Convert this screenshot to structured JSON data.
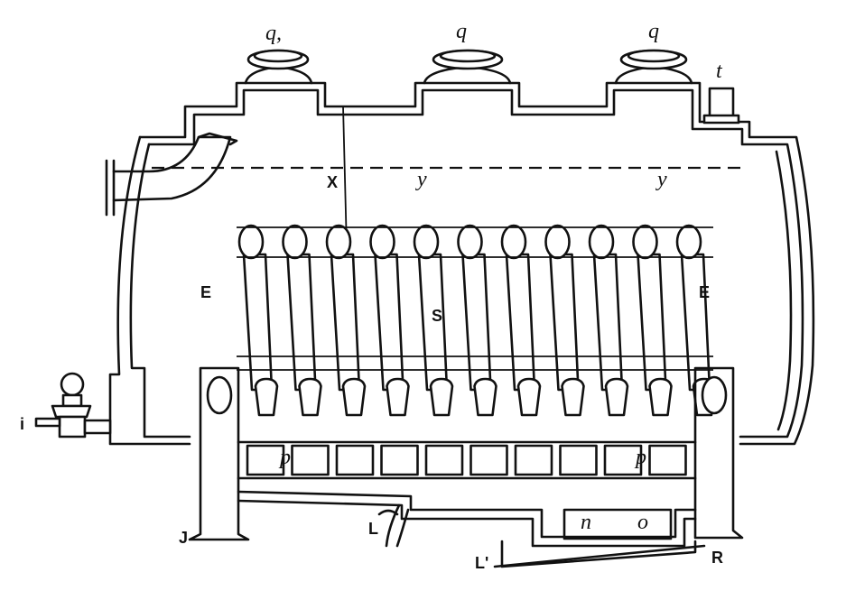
{
  "labels": {
    "valve_left": "q,",
    "valve_mid": "q",
    "valve_right": "q",
    "top_fitting": "t",
    "x_mark": "X",
    "water_level_1": "y",
    "water_level_2": "y",
    "header_left": "E",
    "header_right": "E",
    "tubes": "S",
    "feed_tap": "i",
    "box_left": "p",
    "box_right": "p",
    "chamber_n": "n",
    "chamber_o": "o",
    "support_left": "J",
    "drain_L": "L",
    "drain_L2": "L'",
    "support_right": "R"
  }
}
